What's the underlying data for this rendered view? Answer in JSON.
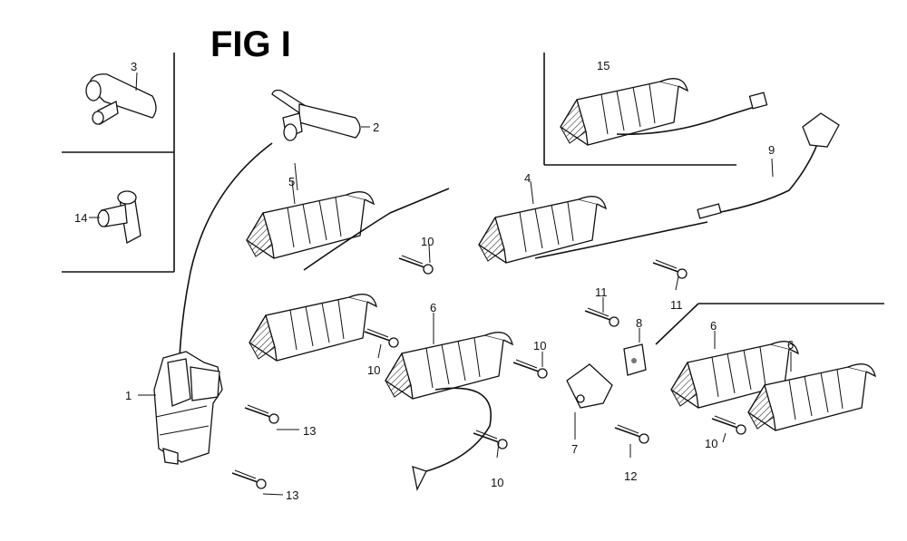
{
  "title": "FIG I",
  "callouts": [
    "3",
    "14",
    "2",
    "5",
    "4",
    "15",
    "9",
    "10",
    "11",
    "11",
    "6",
    "8",
    "10",
    "10",
    "1",
    "13",
    "13",
    "6",
    "6",
    "10",
    "7",
    "12",
    "10"
  ]
}
